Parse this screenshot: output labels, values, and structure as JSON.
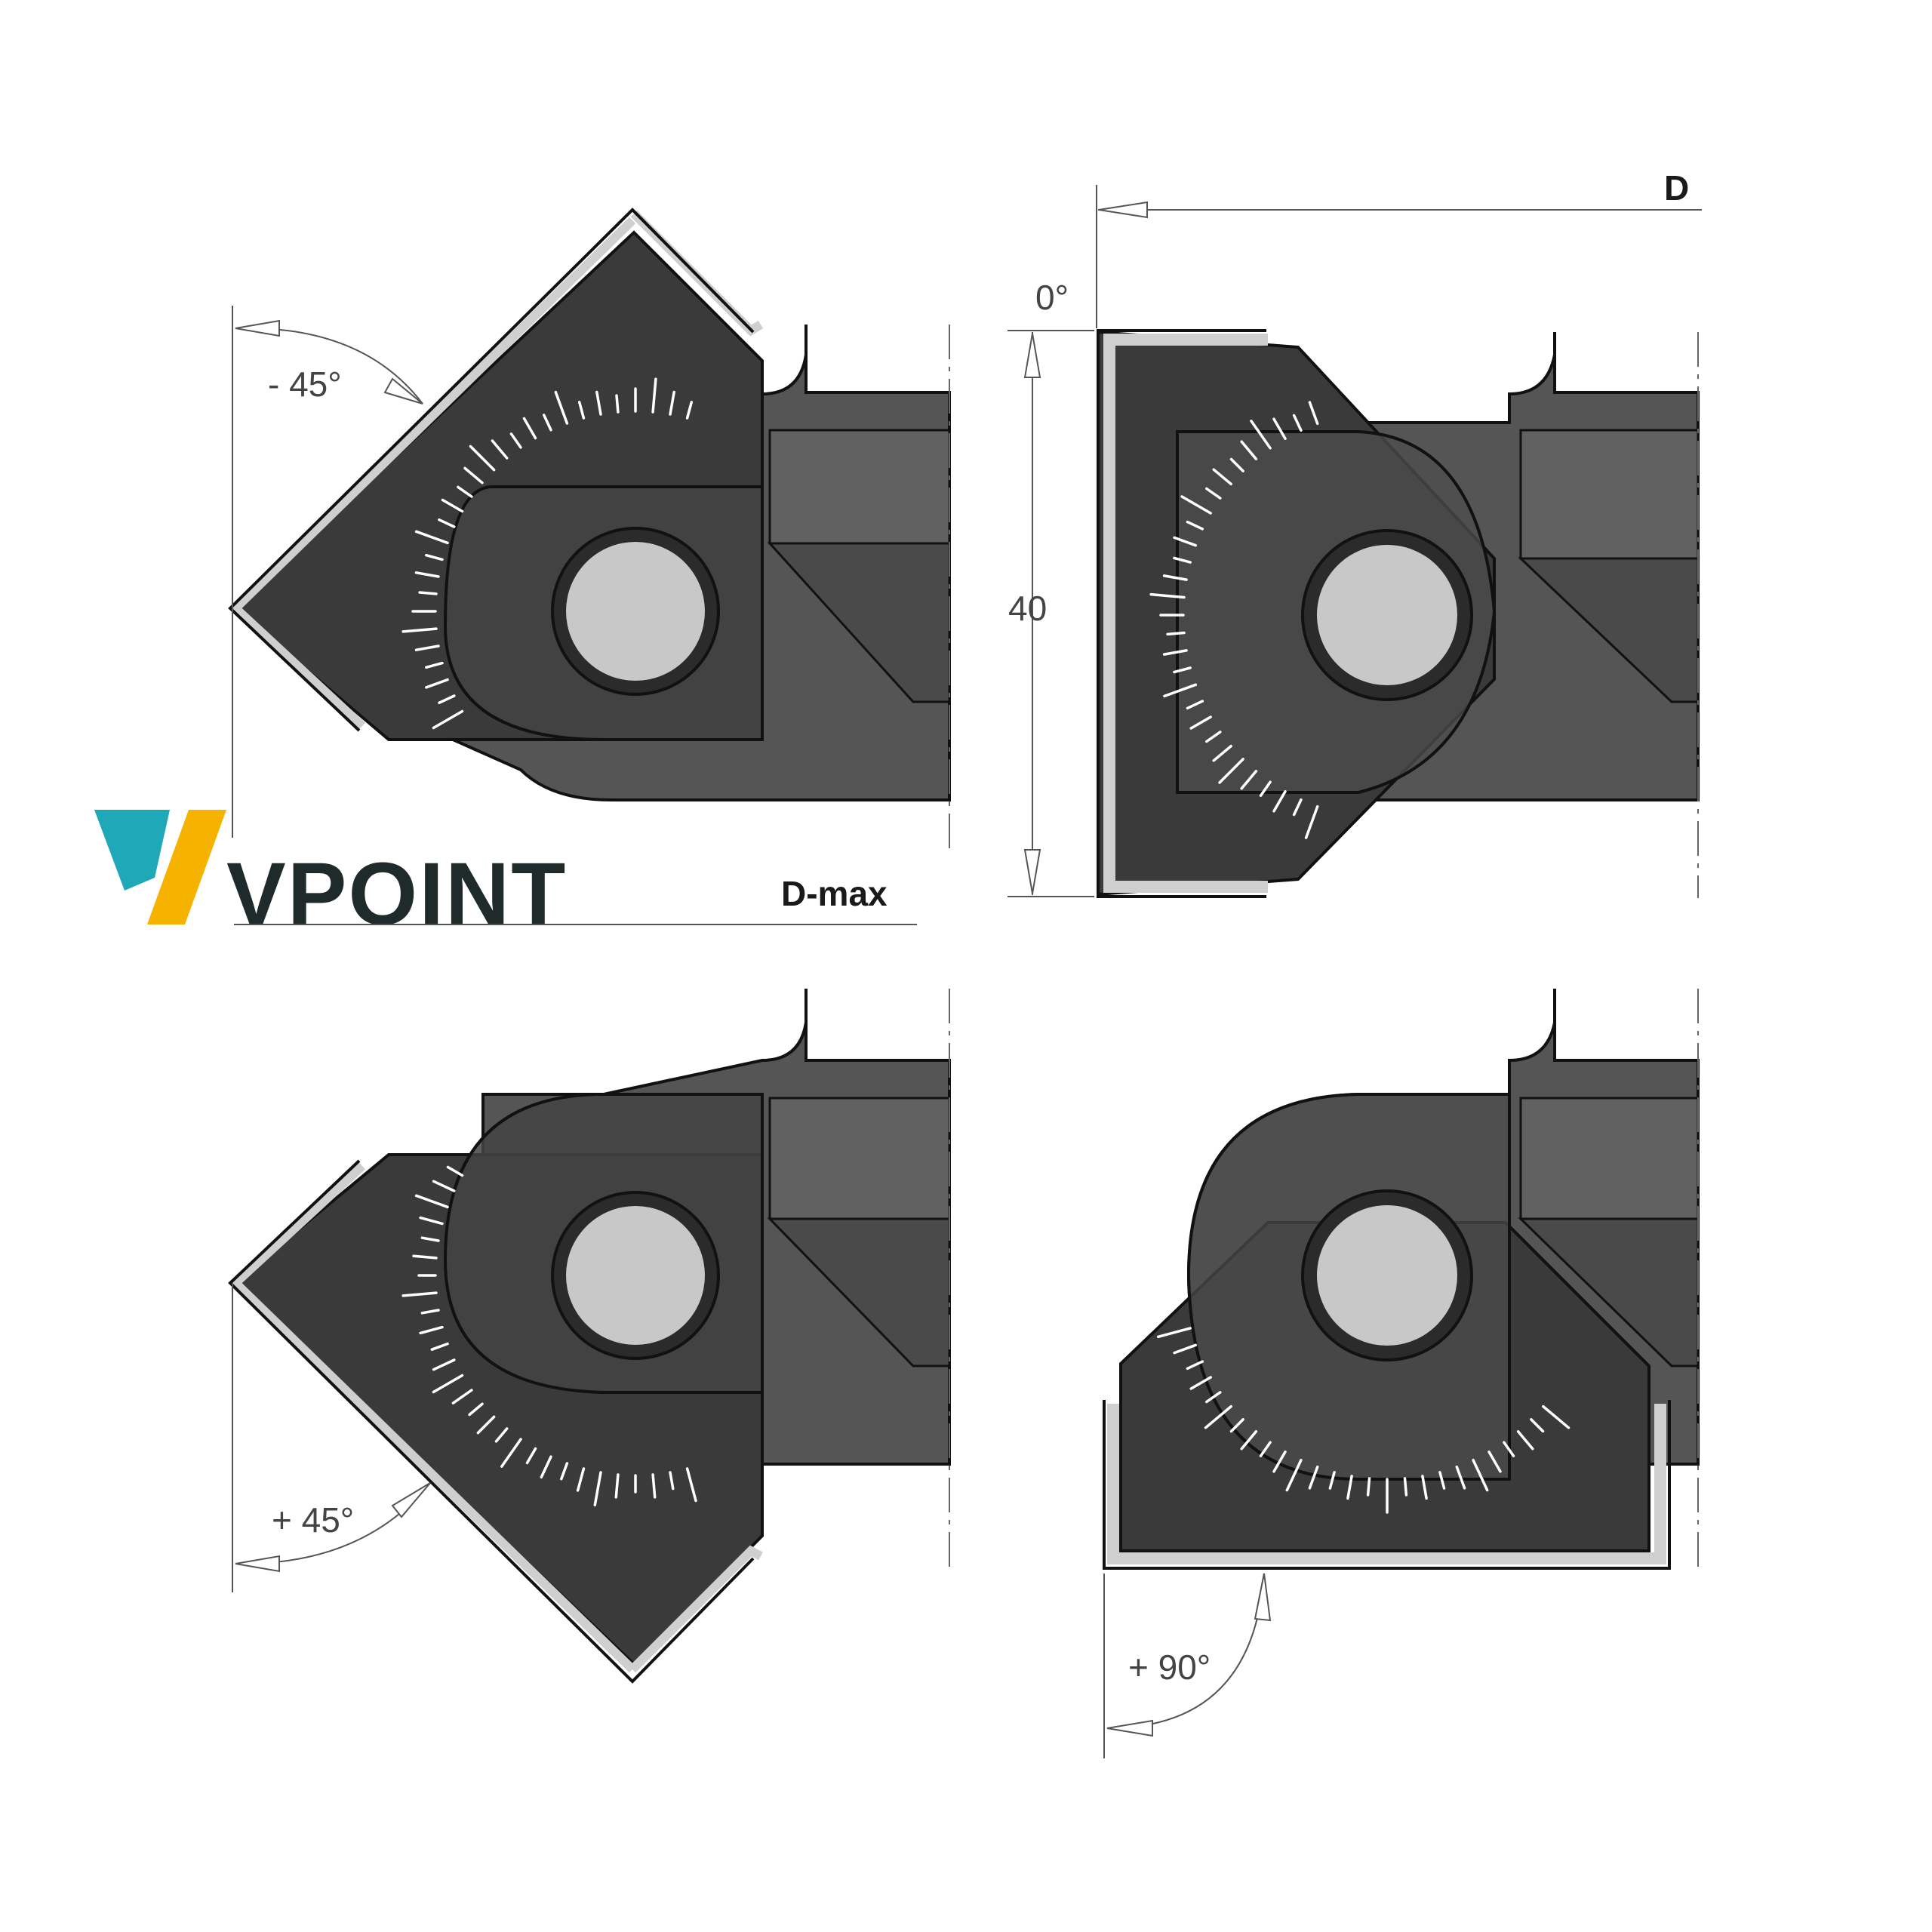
{
  "brand": {
    "name": "VPOINT",
    "colors": {
      "teal": "#1fa9b8",
      "yellow": "#f5b300",
      "dark": "#1e2b2a"
    }
  },
  "labels": {
    "dimension_d": "D",
    "dimension_dmax": "D-max",
    "height": "40",
    "angle_zero": "0°",
    "angle_minus_45": "- 45°",
    "angle_plus_45": "+ 45°",
    "angle_plus_90": "+ 90°"
  },
  "colors": {
    "body_dark": "#3a3a3a",
    "body_overlay": "#4d4d4d",
    "holder": "#555555",
    "holder_dark": "#404040",
    "bore": "#c8c8c8",
    "insert_edge": "#cfcfcf",
    "scale_ticks": "#ffffff"
  },
  "icons": {
    "logo": "vpoint-logo-icon",
    "arrow": "dimension-arrow-icon"
  }
}
